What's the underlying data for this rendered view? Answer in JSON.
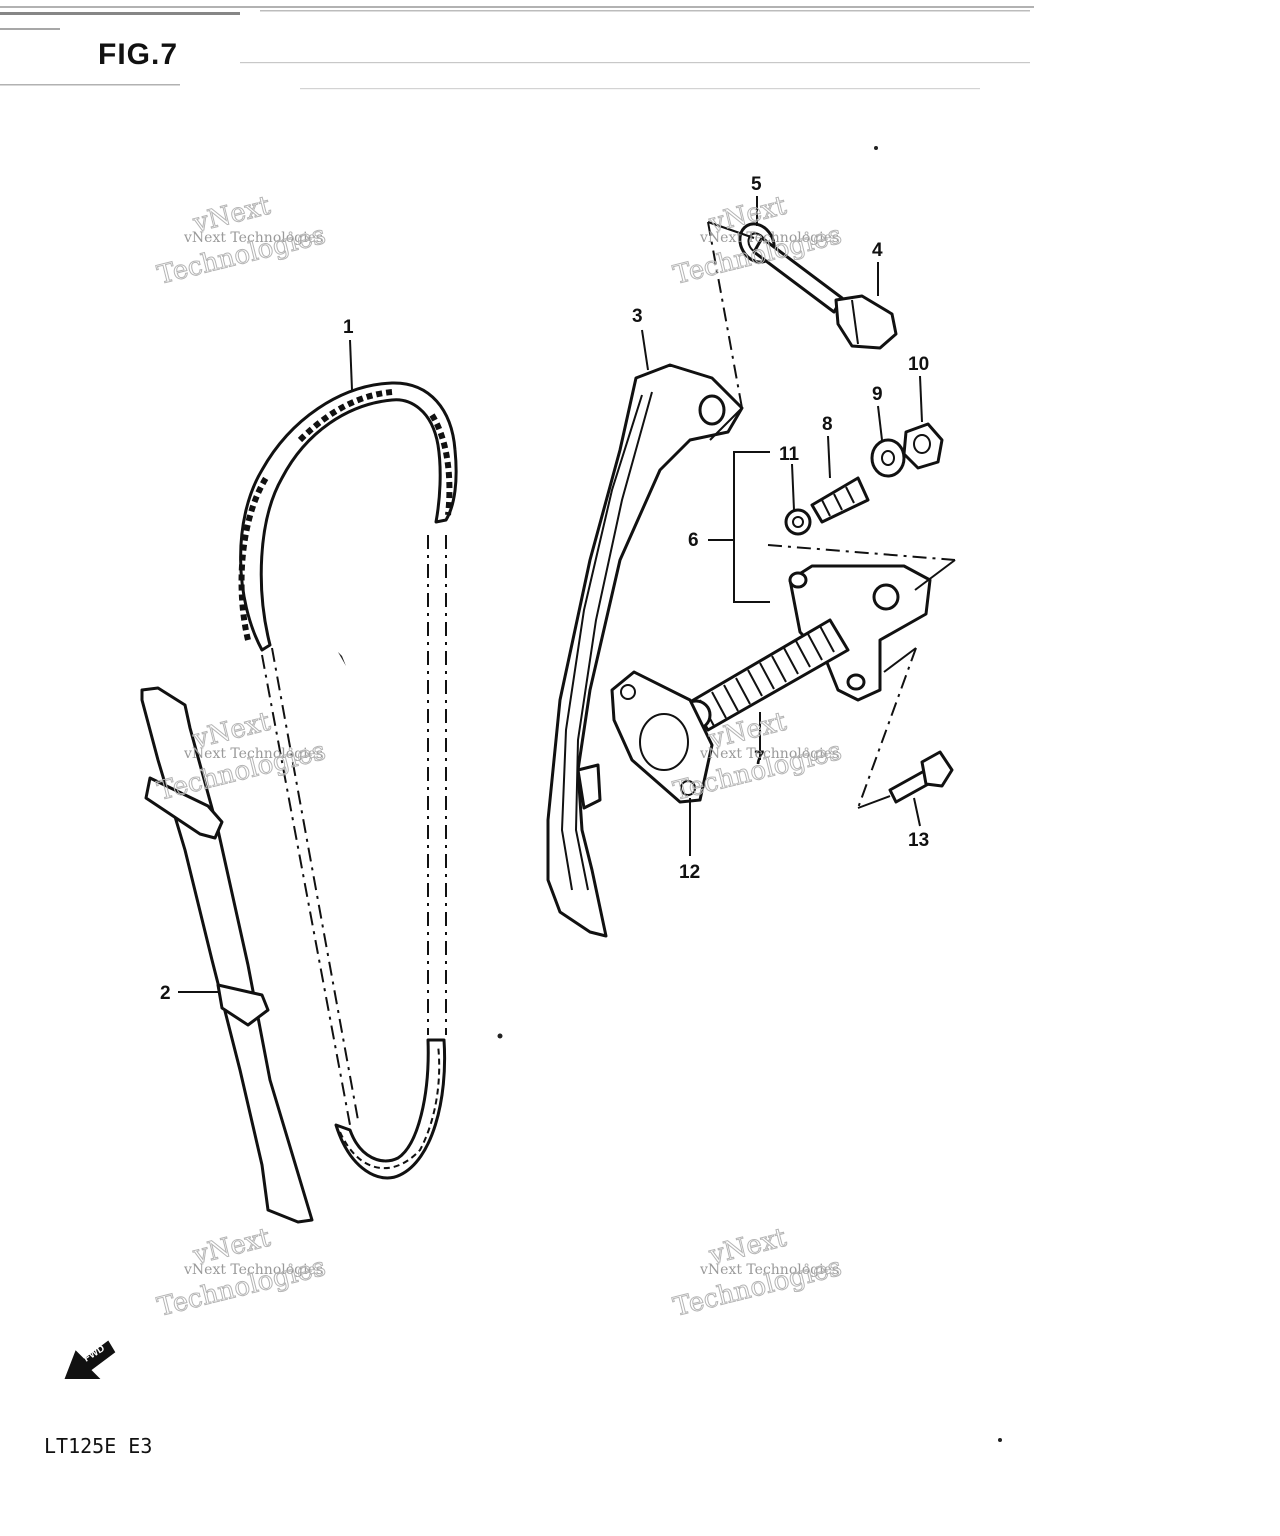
{
  "figure_title": "FIG.7",
  "model_code": "LT125E  E3",
  "watermark": {
    "line1": "vNext Technologies",
    "line2": "vNext",
    "line3": "Technologies"
  },
  "callouts": [
    {
      "id": "c1",
      "label": "1"
    },
    {
      "id": "c2",
      "label": "2"
    },
    {
      "id": "c3",
      "label": "3"
    },
    {
      "id": "c4",
      "label": "4"
    },
    {
      "id": "c5",
      "label": "5"
    },
    {
      "id": "c6",
      "label": "6"
    },
    {
      "id": "c7",
      "label": "7"
    },
    {
      "id": "c8",
      "label": "8"
    },
    {
      "id": "c9",
      "label": "9"
    },
    {
      "id": "c10",
      "label": "10"
    },
    {
      "id": "c11",
      "label": "11"
    },
    {
      "id": "c12",
      "label": "12"
    },
    {
      "id": "c13",
      "label": "13"
    }
  ],
  "front_arrow": {
    "label": "FWD",
    "icon": "forward-arrow-icon"
  },
  "colors": {
    "ink": "#111111",
    "paper": "#ffffff",
    "watermark": "#9a9a9a"
  }
}
